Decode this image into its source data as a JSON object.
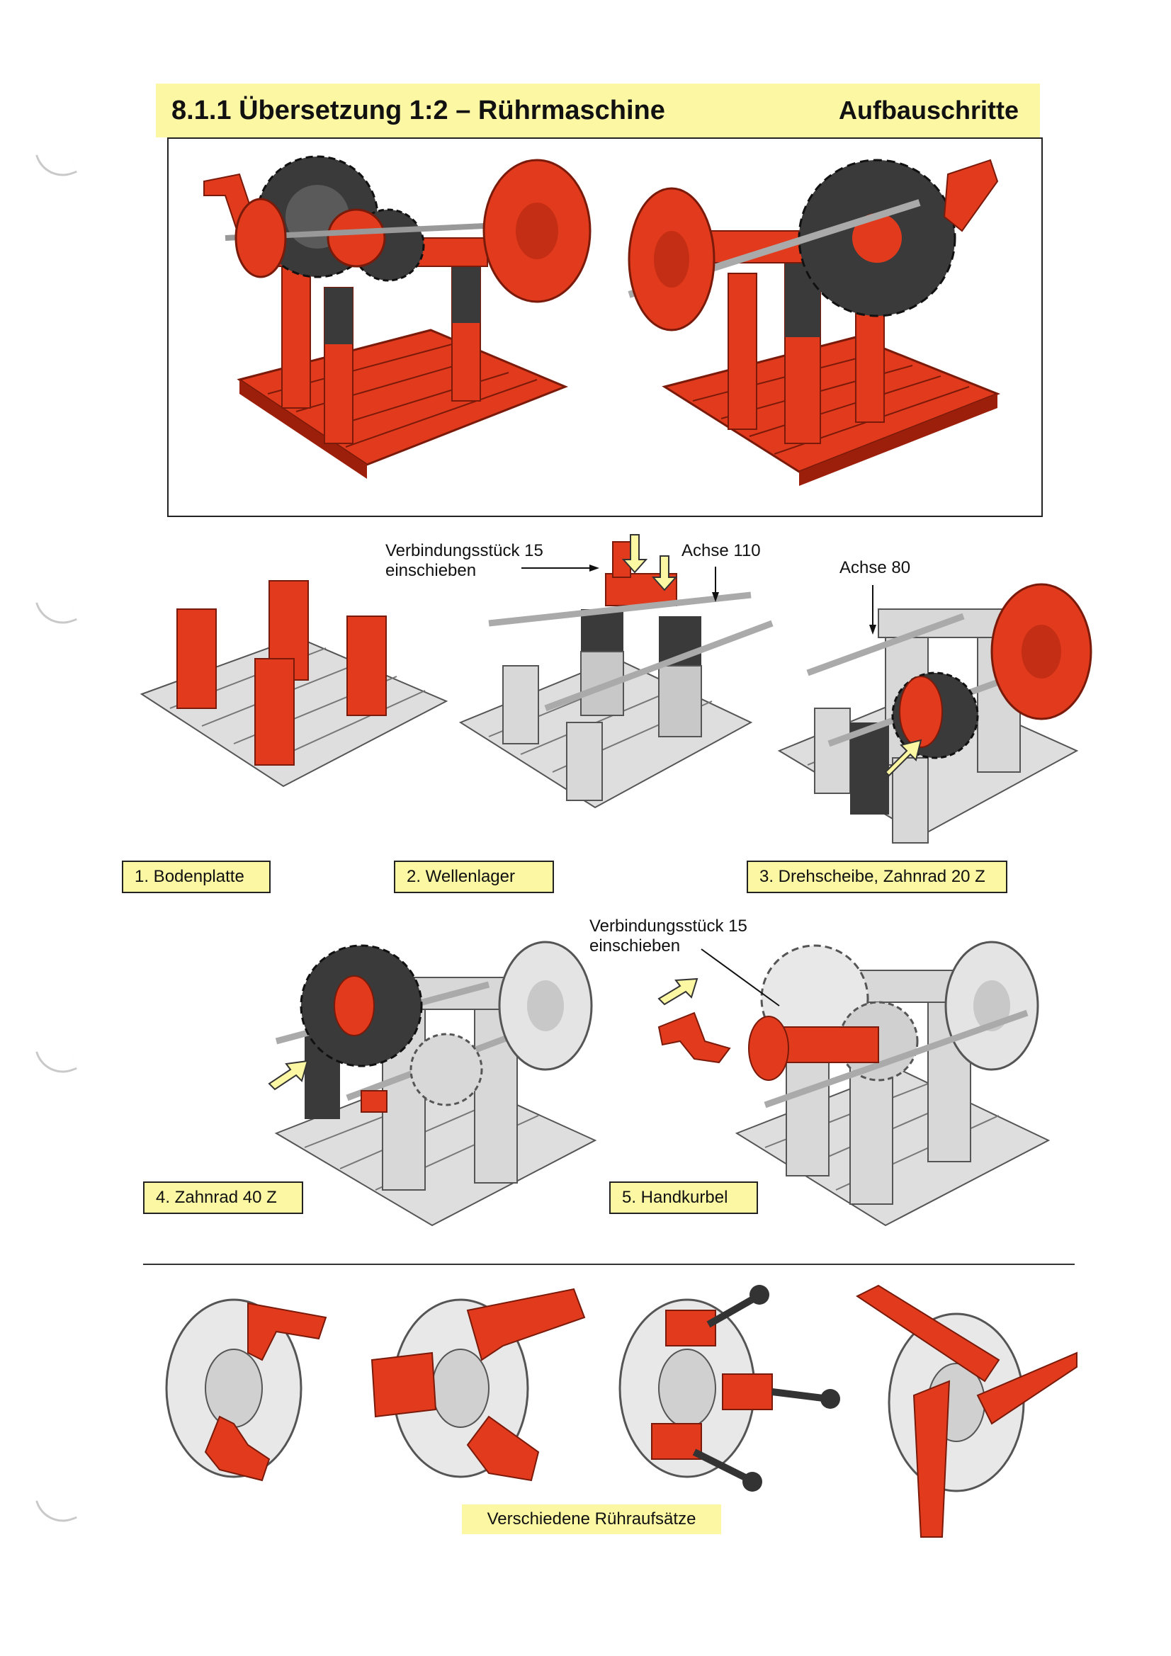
{
  "header": {
    "title": "8.1.1 Übersetzung 1:2 – Rührmaschine",
    "right": "Aufbauschritte"
  },
  "steps": {
    "s1": "1. Bodenplatte",
    "s2": "2. Wellenlager",
    "s3": "3.  Drehscheibe, Zahnrad 20 Z",
    "s4": "4. Zahnrad 40 Z",
    "s5": "5. Handkurbel"
  },
  "annotations": {
    "verbindung_a_1": "Verbindungsstück 15",
    "verbindung_a_2": "einschieben",
    "achse110": "Achse 110",
    "achse80": "Achse 80",
    "verbindung_b_1": "Verbindungsstück 15",
    "verbindung_b_2": "einschieben"
  },
  "caption": "Verschiedene Rühraufsätze",
  "colors": {
    "accent_red": "#e23a1c",
    "dark_red": "#9c1f0c",
    "part_grey": "#d6d6d6",
    "part_dark": "#3a3a3a",
    "label_yellow": "#fbf7a3"
  }
}
